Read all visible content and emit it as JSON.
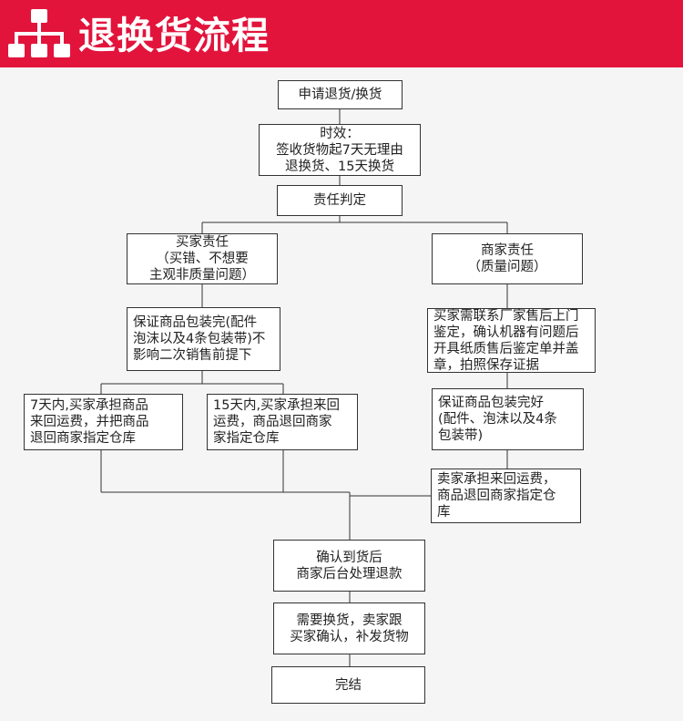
{
  "header": {
    "title": "退换货流程",
    "icon": "org-chart-icon",
    "accent_color": "#e2143c"
  },
  "flow": {
    "start": "申请退货/换货",
    "time_limit": [
      "时效：",
      "签收货物起7天无理由",
      "退换货、15天换货"
    ],
    "judge": "责任判定",
    "buyer_fault": [
      "买家责任",
      "（买错、不想要",
      "主观非质量问题）"
    ],
    "seller_fault": [
      "商家责任",
      "（质量问题）"
    ],
    "buyer_package": [
      "保证商品包装完(配件",
      "泡沫以及4条包装带)不",
      "影响二次销售前提下"
    ],
    "within_7": [
      "7天内,买家承担商品",
      "来回运费，并把商品",
      "退回商家指定仓库"
    ],
    "within_15": [
      "15天内,买家承担来回",
      "运费，商品退回商家",
      "家指定仓库"
    ],
    "seller_appraisal": [
      "买家需联系厂家售后上门",
      "鉴定，确认机器有问题后",
      "开具纸质售后鉴定单并盖",
      "章，拍照保存证据"
    ],
    "seller_package": [
      "保证商品包装完好",
      "(配件、泡沫以及4条",
      "包装带)"
    ],
    "seller_shipping": [
      "卖家承担来回运费，",
      "商品退回商家指定仓",
      "库"
    ],
    "confirm": [
      "确认到货后",
      "商家后台处理退款"
    ],
    "exchange": [
      "需要换货，卖家跟",
      "买家确认，补发货物"
    ],
    "done": "完结"
  }
}
